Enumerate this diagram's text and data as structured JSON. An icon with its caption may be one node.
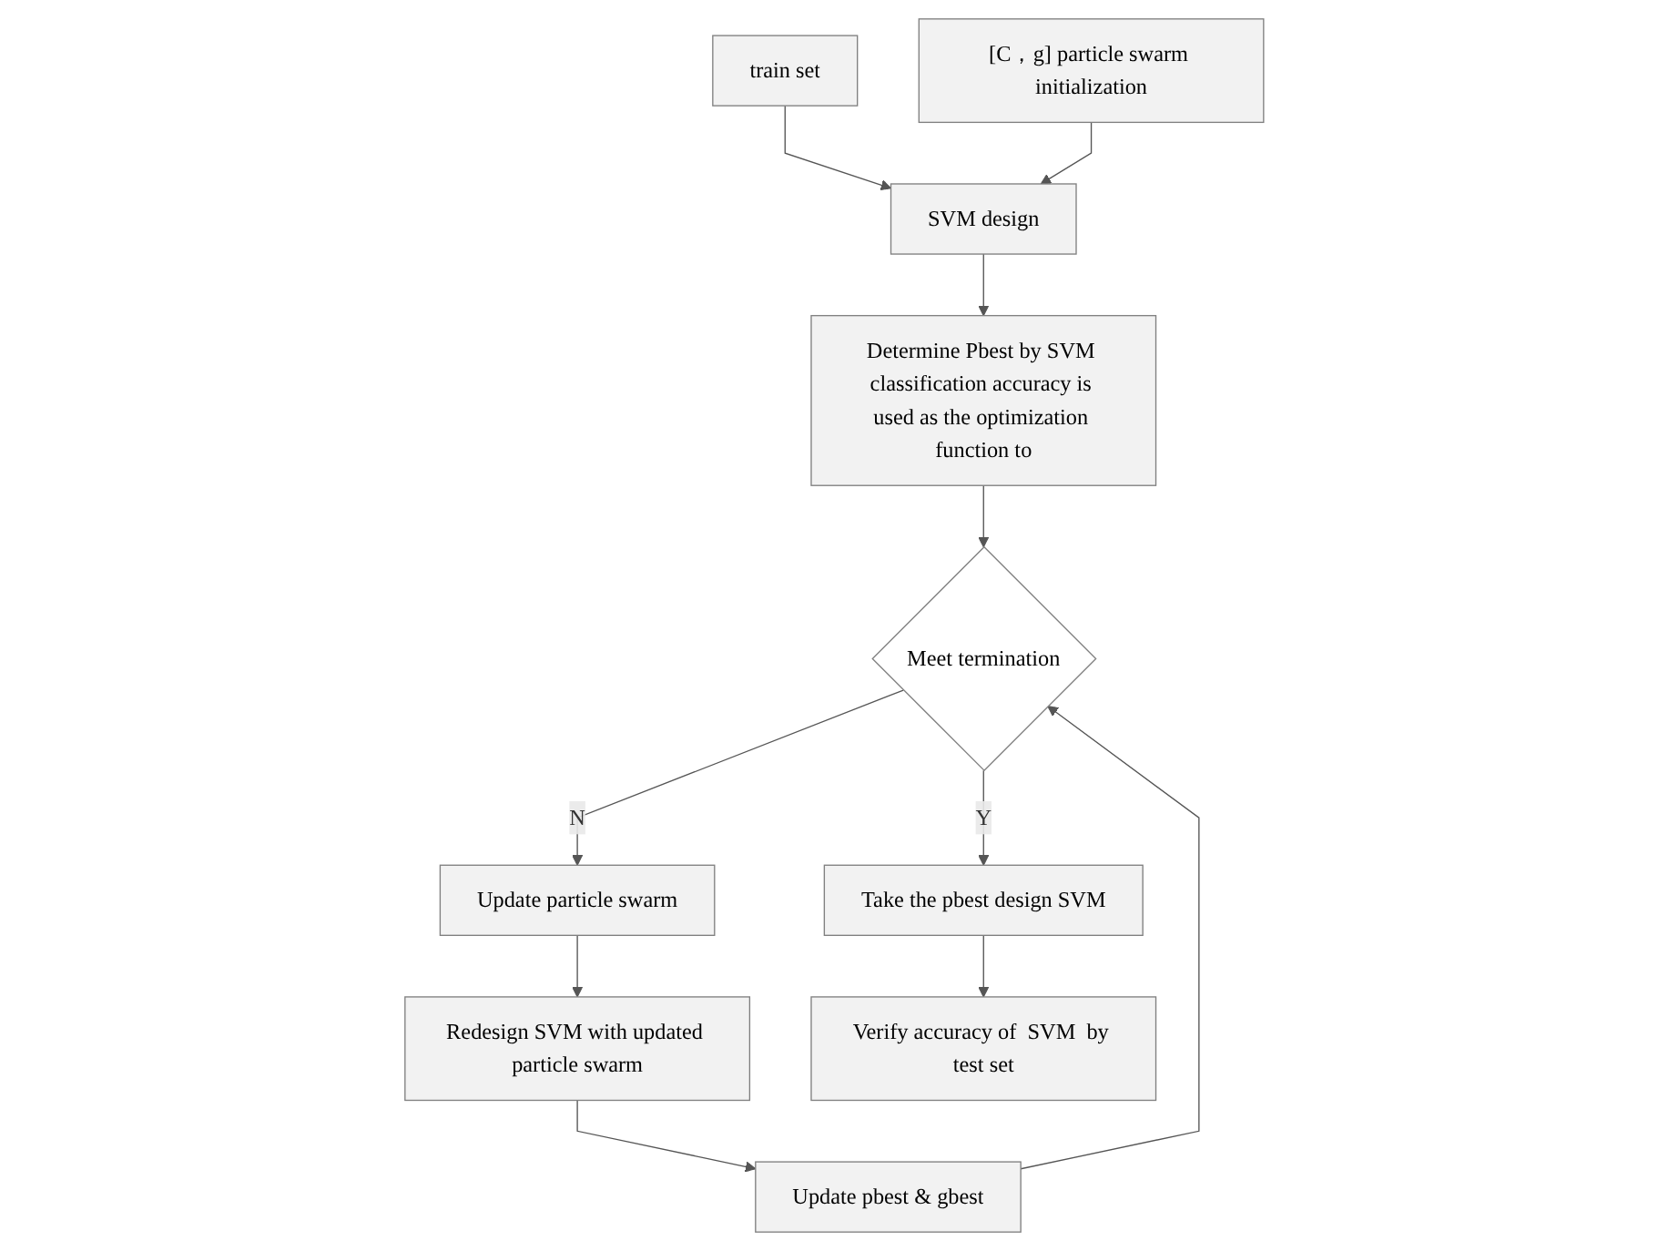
{
  "diagram": {
    "nodes": [
      {
        "text": [
          "train set"
        ]
      },
      {
        "text": [
          "[C，g] particle swarm initialization"
        ]
      },
      {
        "text": [
          "SVM design"
        ]
      },
      {
        "text": [
          "Determine Pbest by SVM classification accuracy is used as the optimization function to"
        ]
      },
      {
        "text": [
          "Meet termination"
        ]
      },
      {
        "text": [
          "Update particle swarm"
        ]
      },
      {
        "text": [
          "Redesign SVM with updated particle swarm"
        ]
      },
      {
        "text": [
          "Update pbest & gbest"
        ]
      },
      {
        "text": [
          "Take the pbest design SVM"
        ]
      },
      {
        "text": [
          "Verify accuracy of  SVM  by test set"
        ]
      }
    ],
    "edges": [
      {
        "from": 0,
        "to": 2,
        "arrow": "to"
      },
      {
        "from": 1,
        "to": 2,
        "arrow": "to"
      },
      {
        "from": 2,
        "to": 3,
        "arrow": "to"
      },
      {
        "from": 3,
        "to": 4,
        "arrow": "to"
      },
      {
        "from": 4,
        "to": 8,
        "arrow": "to",
        "label": "Y"
      },
      {
        "from": 4,
        "to": 5,
        "arrow": "to",
        "label": "N"
      },
      {
        "from": 5,
        "to": 6,
        "arrow": "to"
      },
      {
        "from": 6,
        "to": 7,
        "arrow": "to"
      },
      {
        "from": 7,
        "to": 4,
        "arrow": "to"
      },
      {
        "from": 8,
        "to": 9,
        "arrow": "to"
      }
    ]
  }
}
